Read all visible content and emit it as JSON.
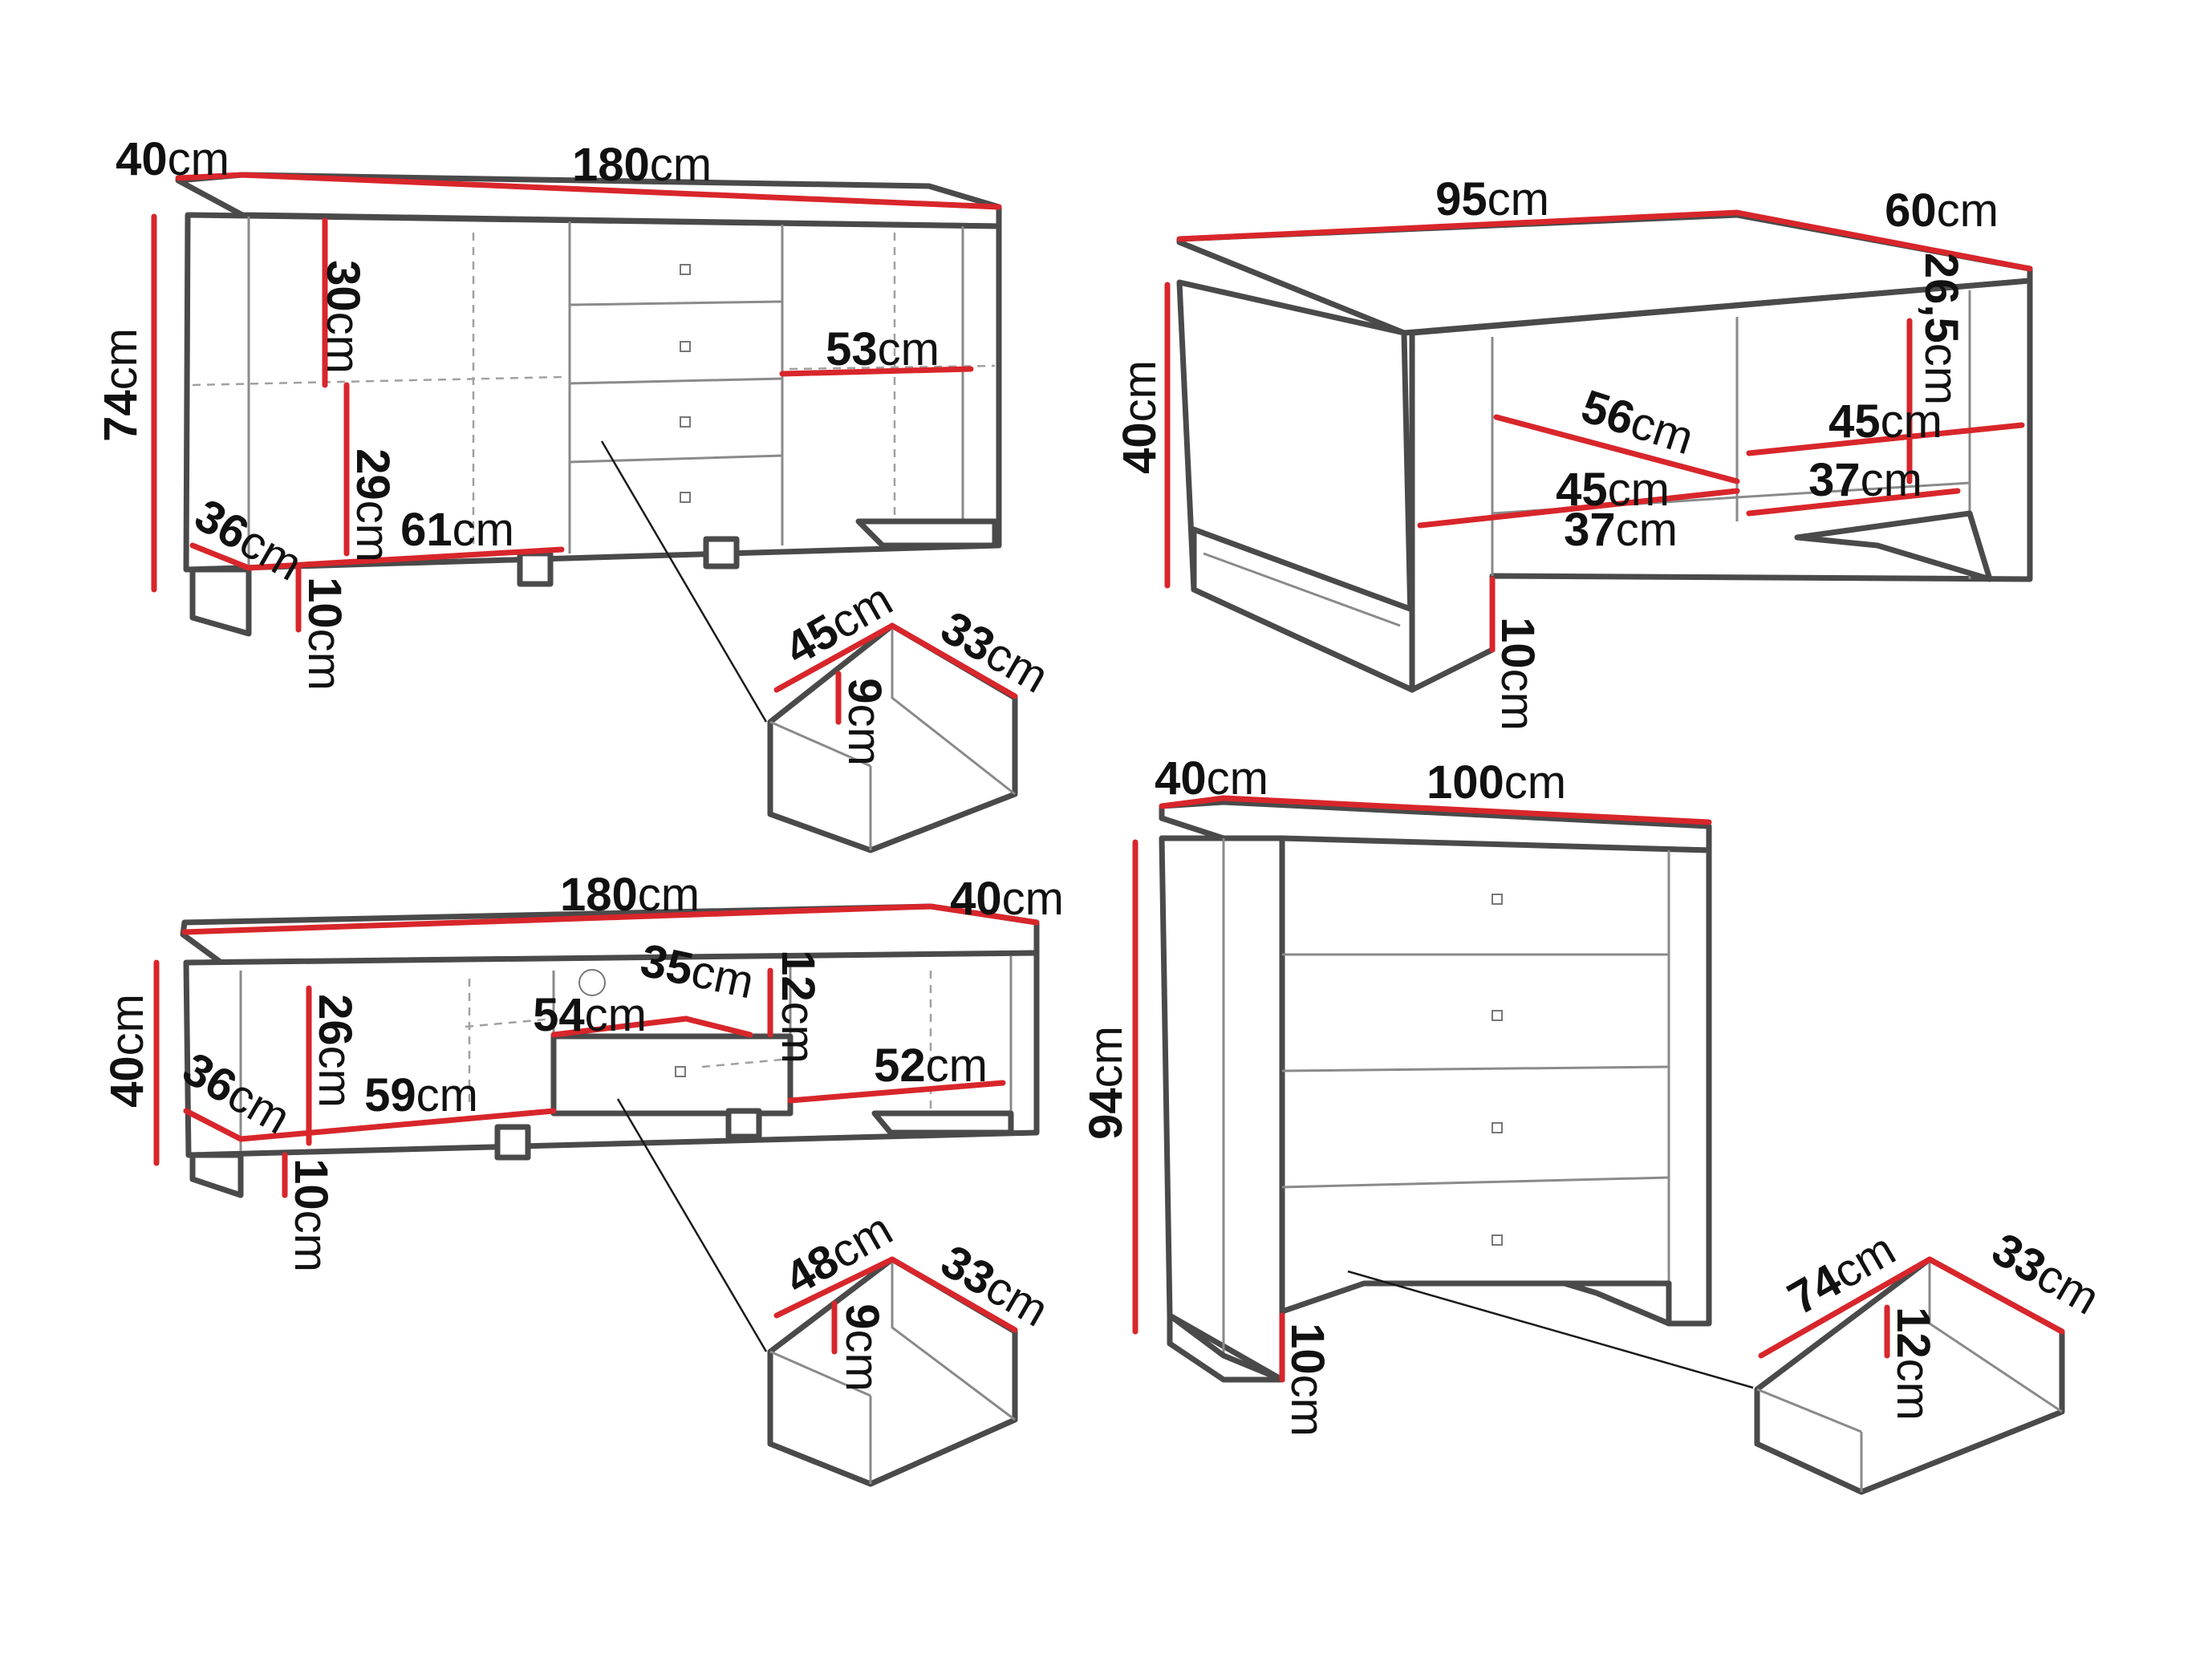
{
  "colors": {
    "dimension": "#d8262b",
    "outline": "#4a4a4a",
    "text": "#111111",
    "background": "#ffffff"
  },
  "sideboard": {
    "depth": {
      "value": "40",
      "unit": "cm"
    },
    "width": {
      "value": "180",
      "unit": "cm"
    },
    "height": {
      "value": "74",
      "unit": "cm"
    },
    "shelf_height": {
      "value": "30",
      "unit": "cm"
    },
    "compartment_width": {
      "value": "53",
      "unit": "cm"
    },
    "lower_height": {
      "value": "29",
      "unit": "cm"
    },
    "inner_depth": {
      "value": "36",
      "unit": "cm"
    },
    "inner_width": {
      "value": "61",
      "unit": "cm"
    },
    "leg_height": {
      "value": "10",
      "unit": "cm"
    },
    "drawer": {
      "width": {
        "value": "45",
        "unit": "cm"
      },
      "depth": {
        "value": "33",
        "unit": "cm"
      },
      "height": {
        "value": "9",
        "unit": "cm"
      }
    }
  },
  "coffee_table": {
    "width": {
      "value": "95",
      "unit": "cm"
    },
    "depth": {
      "value": "60",
      "unit": "cm"
    },
    "height": {
      "value": "40",
      "unit": "cm"
    },
    "shelf_height": {
      "value": "26,5",
      "unit": "cm"
    },
    "shelf_width_left": {
      "value": "56",
      "unit": "cm"
    },
    "shelf_width_right": {
      "value": "45",
      "unit": "cm"
    },
    "shelf_depth_left_upper": {
      "value": "45",
      "unit": "cm"
    },
    "shelf_depth_left_lower": {
      "value": "37",
      "unit": "cm"
    },
    "shelf_depth_right": {
      "value": "37",
      "unit": "cm"
    },
    "leg_height": {
      "value": "10",
      "unit": "cm"
    }
  },
  "tv_stand": {
    "width": {
      "value": "180",
      "unit": "cm"
    },
    "depth": {
      "value": "40",
      "unit": "cm"
    },
    "height": {
      "value": "40",
      "unit": "cm"
    },
    "compartment_height": {
      "value": "26",
      "unit": "cm"
    },
    "inner_depth": {
      "value": "36",
      "unit": "cm"
    },
    "left_width": {
      "value": "59",
      "unit": "cm"
    },
    "drawer_opening_depth": {
      "value": "35",
      "unit": "cm"
    },
    "drawer_opening_width": {
      "value": "54",
      "unit": "cm"
    },
    "drawer_opening_height": {
      "value": "12",
      "unit": "cm"
    },
    "right_width": {
      "value": "52",
      "unit": "cm"
    },
    "leg_height": {
      "value": "10",
      "unit": "cm"
    },
    "drawer": {
      "width": {
        "value": "48",
        "unit": "cm"
      },
      "depth": {
        "value": "33",
        "unit": "cm"
      },
      "height": {
        "value": "9",
        "unit": "cm"
      }
    }
  },
  "chest_of_drawers": {
    "depth": {
      "value": "40",
      "unit": "cm"
    },
    "width": {
      "value": "100",
      "unit": "cm"
    },
    "height": {
      "value": "94",
      "unit": "cm"
    },
    "leg_height": {
      "value": "10",
      "unit": "cm"
    },
    "drawer": {
      "width": {
        "value": "74",
        "unit": "cm"
      },
      "depth": {
        "value": "33",
        "unit": "cm"
      },
      "height": {
        "value": "12",
        "unit": "cm"
      }
    }
  }
}
